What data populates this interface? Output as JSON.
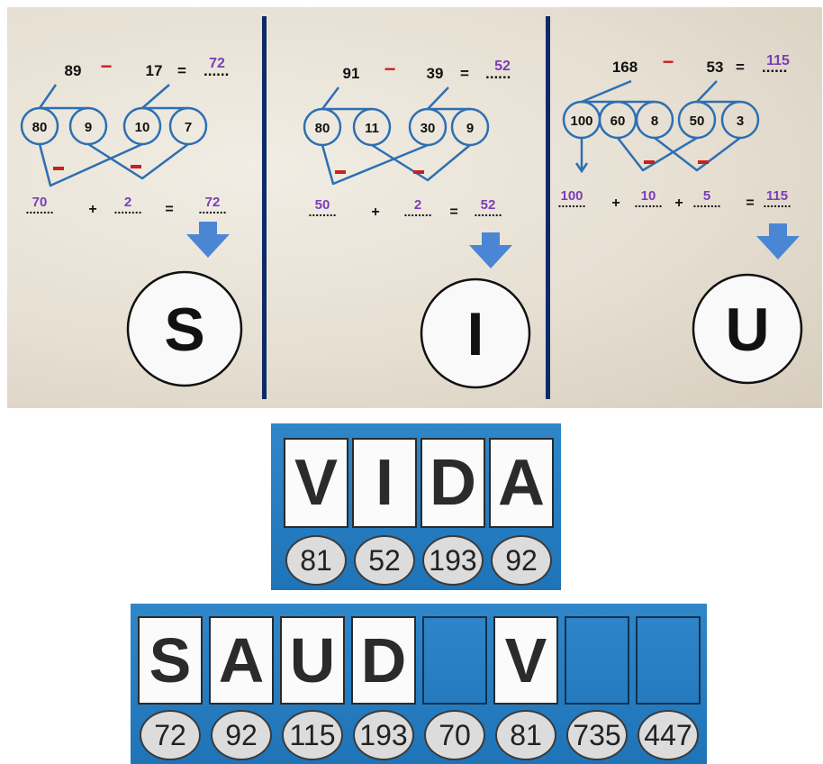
{
  "colors": {
    "line": "#2d6fb3",
    "minus": "#c8201e",
    "answer": "#7a3db8",
    "arrow": "#4a86d4",
    "divider": "#0d2a6b"
  },
  "panels": [
    {
      "a": "89",
      "minus": "−",
      "b": "17",
      "eq": "=",
      "dots": "......",
      "result": "72",
      "parts": [
        "80",
        "9",
        "10",
        "7"
      ],
      "sum": [
        "70",
        "+",
        "2",
        "=",
        "72"
      ],
      "letter": "S"
    },
    {
      "a": "91",
      "minus": "−",
      "b": "39",
      "eq": "=",
      "dots": "......",
      "result": "52",
      "parts": [
        "80",
        "11",
        "30",
        "9"
      ],
      "sum": [
        "50",
        "+",
        "2",
        "=",
        "52"
      ],
      "letter": "I"
    },
    {
      "a": "168",
      "minus": "−",
      "b": "53",
      "eq": "=",
      "dots": "......",
      "result": "115",
      "parts": [
        "100",
        "60",
        "8",
        "50",
        "3"
      ],
      "sum": [
        "100",
        "+",
        "10",
        "+",
        "5",
        "=",
        "115"
      ],
      "letter": "U"
    }
  ],
  "word_board": {
    "letters": [
      "V",
      "I",
      "D",
      "A"
    ],
    "numbers": [
      "81",
      "52",
      "193",
      "92"
    ]
  },
  "answer_board": {
    "letters": [
      "S",
      "A",
      "U",
      "D",
      "",
      "V",
      "",
      ""
    ],
    "numbers": [
      "72",
      "92",
      "115",
      "193",
      "70",
      "81",
      "735",
      "447"
    ]
  }
}
